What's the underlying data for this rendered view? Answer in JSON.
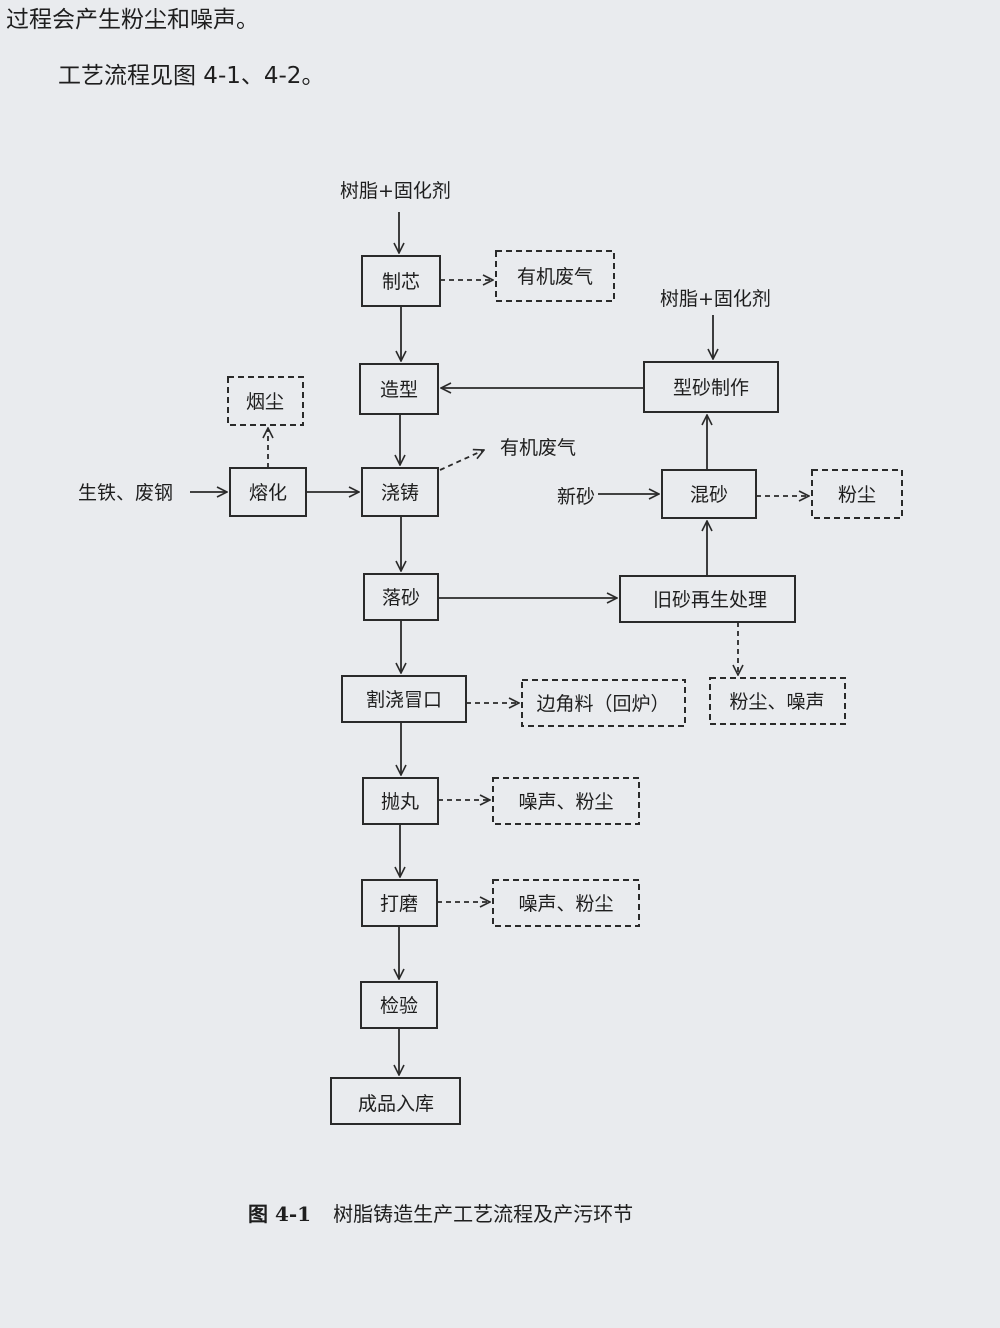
{
  "text": {
    "para_1": "过程会产生粉尘和噪声。",
    "para_2": "工艺流程见图 4-1、4-2。",
    "caption_num": "图 4-1",
    "caption_text": "树脂铸造生产工艺流程及产污环节"
  },
  "inputs": {
    "resin_top": "树脂+固化剂",
    "resin_right": "树脂+固化剂",
    "iron_steel": "生铁、废钢",
    "new_sand": "新砂"
  },
  "nodes": {
    "core_making": "制芯",
    "molding": "造型",
    "melting": "熔化",
    "pouring": "浇铸",
    "shakeout": "落砂",
    "riser_cutting": "割浇冒口",
    "shot_blasting": "抛丸",
    "grinding": "打磨",
    "inspection": "检验",
    "warehouse": "成品入库",
    "sand_making": "型砂制作",
    "sand_mixing": "混砂",
    "sand_regen": "旧砂再生处理"
  },
  "outputs": {
    "voc_core": "有机废气",
    "fume": "烟尘",
    "voc_pour": "有机废气",
    "dust_mix": "粉尘",
    "scrap": "边角料（回炉）",
    "dust_noise_regen": "粉尘、噪声",
    "noise_dust_blast": "噪声、粉尘",
    "noise_dust_grind": "噪声、粉尘"
  }
}
